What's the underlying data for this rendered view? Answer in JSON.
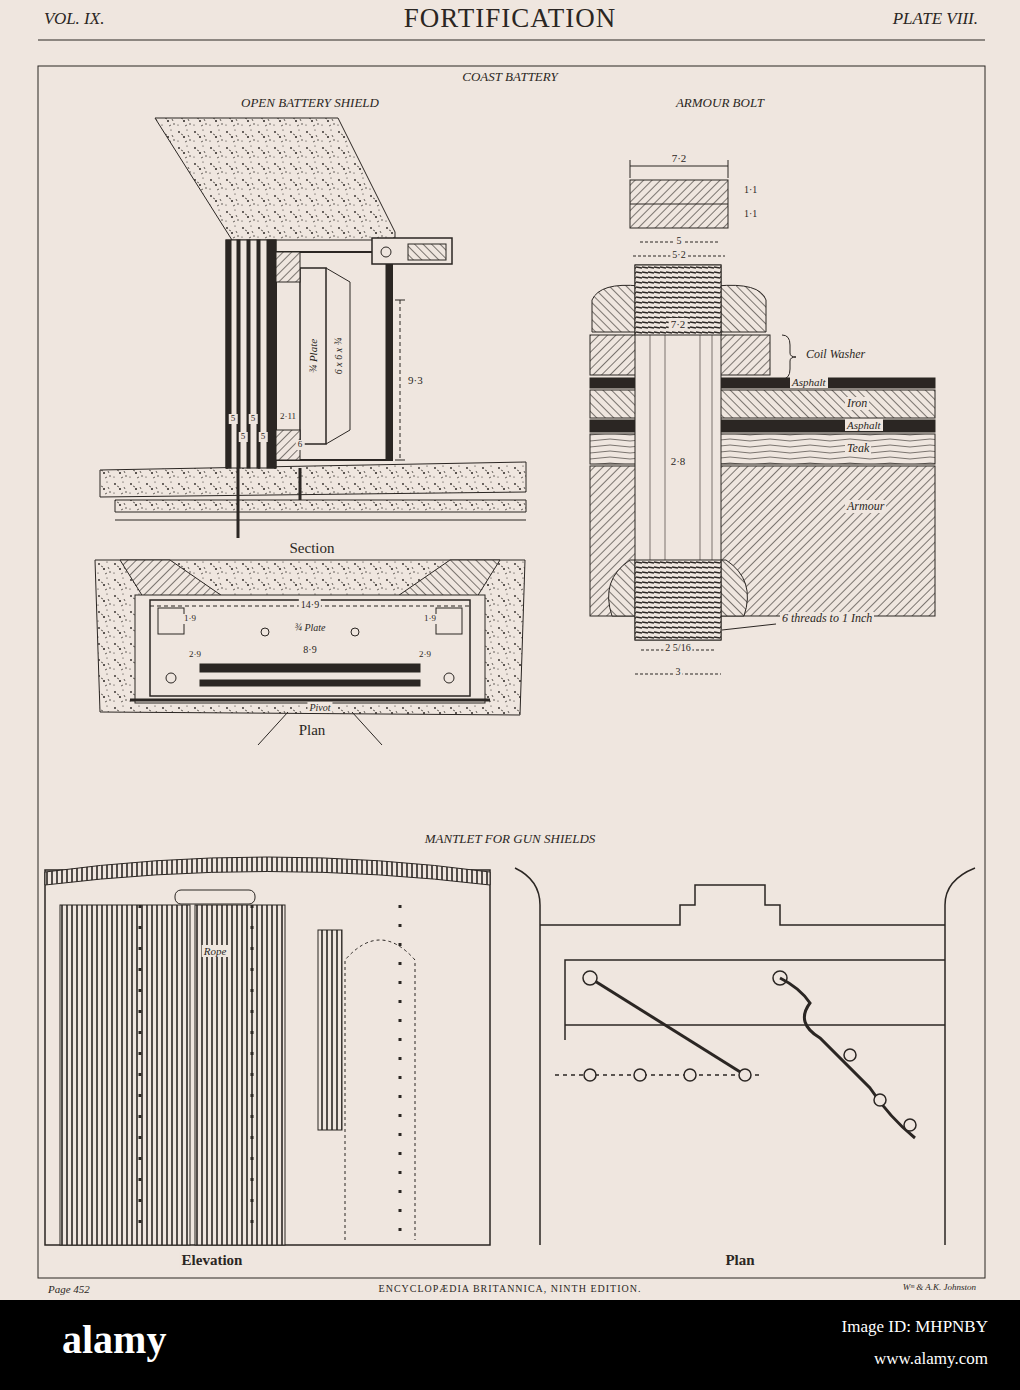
{
  "diagram": {
    "title": "FORTIFICATION",
    "labels": [
      "VOL. IX.",
      "PLATE VIII.",
      "COAST BATTERY",
      "OPEN BATTERY SHIELD",
      "ARMOUR BOLT",
      "Section",
      "Plan",
      "MANTLET FOR GUN SHIELDS",
      "Elevation",
      "Plan",
      "Page 452",
      "ENCYCLOPÆDIA BRITANNICA, NINTH EDITION.",
      "Wᵐ & A.K. Johnston",
      "7·2",
      "5",
      "5·2",
      "1·1",
      "1·1",
      "Coil Washer",
      "Asphalt",
      "Iron",
      "Asphalt",
      "Teak",
      "Armour",
      "7·2",
      "2·8",
      "6 threads to 1 Inch",
      "2 5/16",
      "3",
      "¾ Plate",
      "6 x 6 x ¾",
      "9·3",
      "5",
      "5",
      "5",
      "5",
      "2·11",
      "6",
      "14·9",
      "1·9",
      "1·9",
      "¾ Plate",
      "8·9",
      "2·9",
      "2·9",
      "Pivot",
      "Rope",
      "alamy",
      "Image ID: MHPNBY",
      "www.alamy.com"
    ]
  }
}
